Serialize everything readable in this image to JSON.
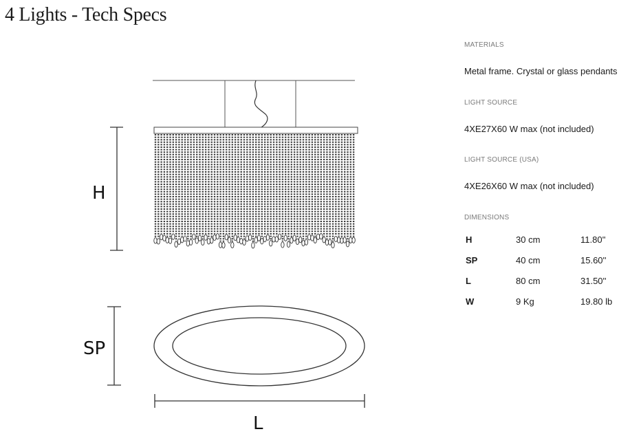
{
  "title": "4 Lights - Tech Specs",
  "drawing": {
    "height_label": "H",
    "projection_label": "SP",
    "length_label": "L"
  },
  "specs": {
    "materials_label": "MATERIALS",
    "materials_value": "Metal frame. Crystal or glass pendants",
    "light_source_label": "LIGHT SOURCE",
    "light_source_value": "4XE27X60 W max (not included)",
    "light_source_usa_label": "LIGHT SOURCE (USA)",
    "light_source_usa_value": "4XE26X60 W max (not included)",
    "dimensions_label": "DIMENSIONS",
    "dimensions": [
      {
        "key": "H",
        "metric": "30 cm",
        "imperial": "11.80''"
      },
      {
        "key": "SP",
        "metric": "40 cm",
        "imperial": "15.60''"
      },
      {
        "key": "L",
        "metric": "80 cm",
        "imperial": "31.50''"
      },
      {
        "key": "W",
        "metric": "9 Kg",
        "imperial": "19.80 lb"
      }
    ]
  }
}
